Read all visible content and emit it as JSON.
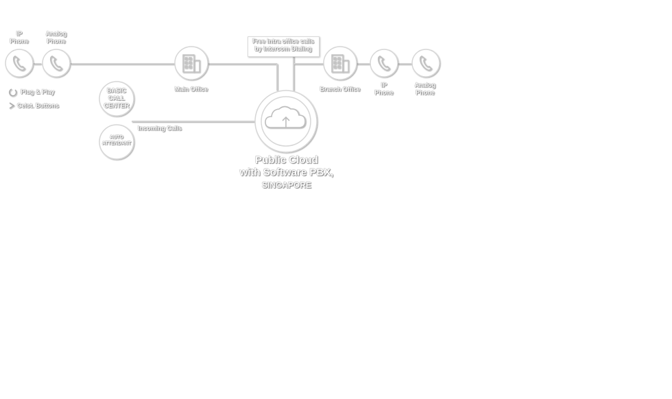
{
  "nodes": {
    "ip_phone_left": {
      "label_line1": "IP",
      "label_line2": "Phone",
      "icon": "phone-icon"
    },
    "analog_phone_left": {
      "label_line1": "Analog",
      "label_line2": "Phone",
      "icon": "phone-icon"
    },
    "main_office": {
      "label": "Main Office",
      "icon": "building-icon"
    },
    "branch_office": {
      "label": "Branch Office",
      "icon": "building-icon"
    },
    "ip_phone_right": {
      "label_line1": "IP",
      "label_line2": "Phone",
      "icon": "phone-icon"
    },
    "analog_phone_right": {
      "label_line1": "Analog",
      "label_line2": "Phone",
      "icon": "phone-icon"
    },
    "basic_call_center": {
      "line1": "BASIC",
      "line2": "CALL",
      "line3": "CENTER"
    },
    "auto_attendant": {
      "line1": "AUTO",
      "line2": "ATTENDANT"
    },
    "cloud": {
      "icon": "cloud-upload-icon",
      "title_line1": "Public Cloud",
      "title_line2": "with Software PBX,",
      "location": "SINGAPORE"
    }
  },
  "features": [
    {
      "icon": "refresh-icon",
      "label": "Plug & Play"
    },
    {
      "icon": "play-icon",
      "label": "Celst. Buttons"
    }
  ],
  "edges": {
    "incoming_calls": "Incoming Calls"
  },
  "note": {
    "line1": "Free intra office calls",
    "line2": "by Intercom Dialing"
  }
}
